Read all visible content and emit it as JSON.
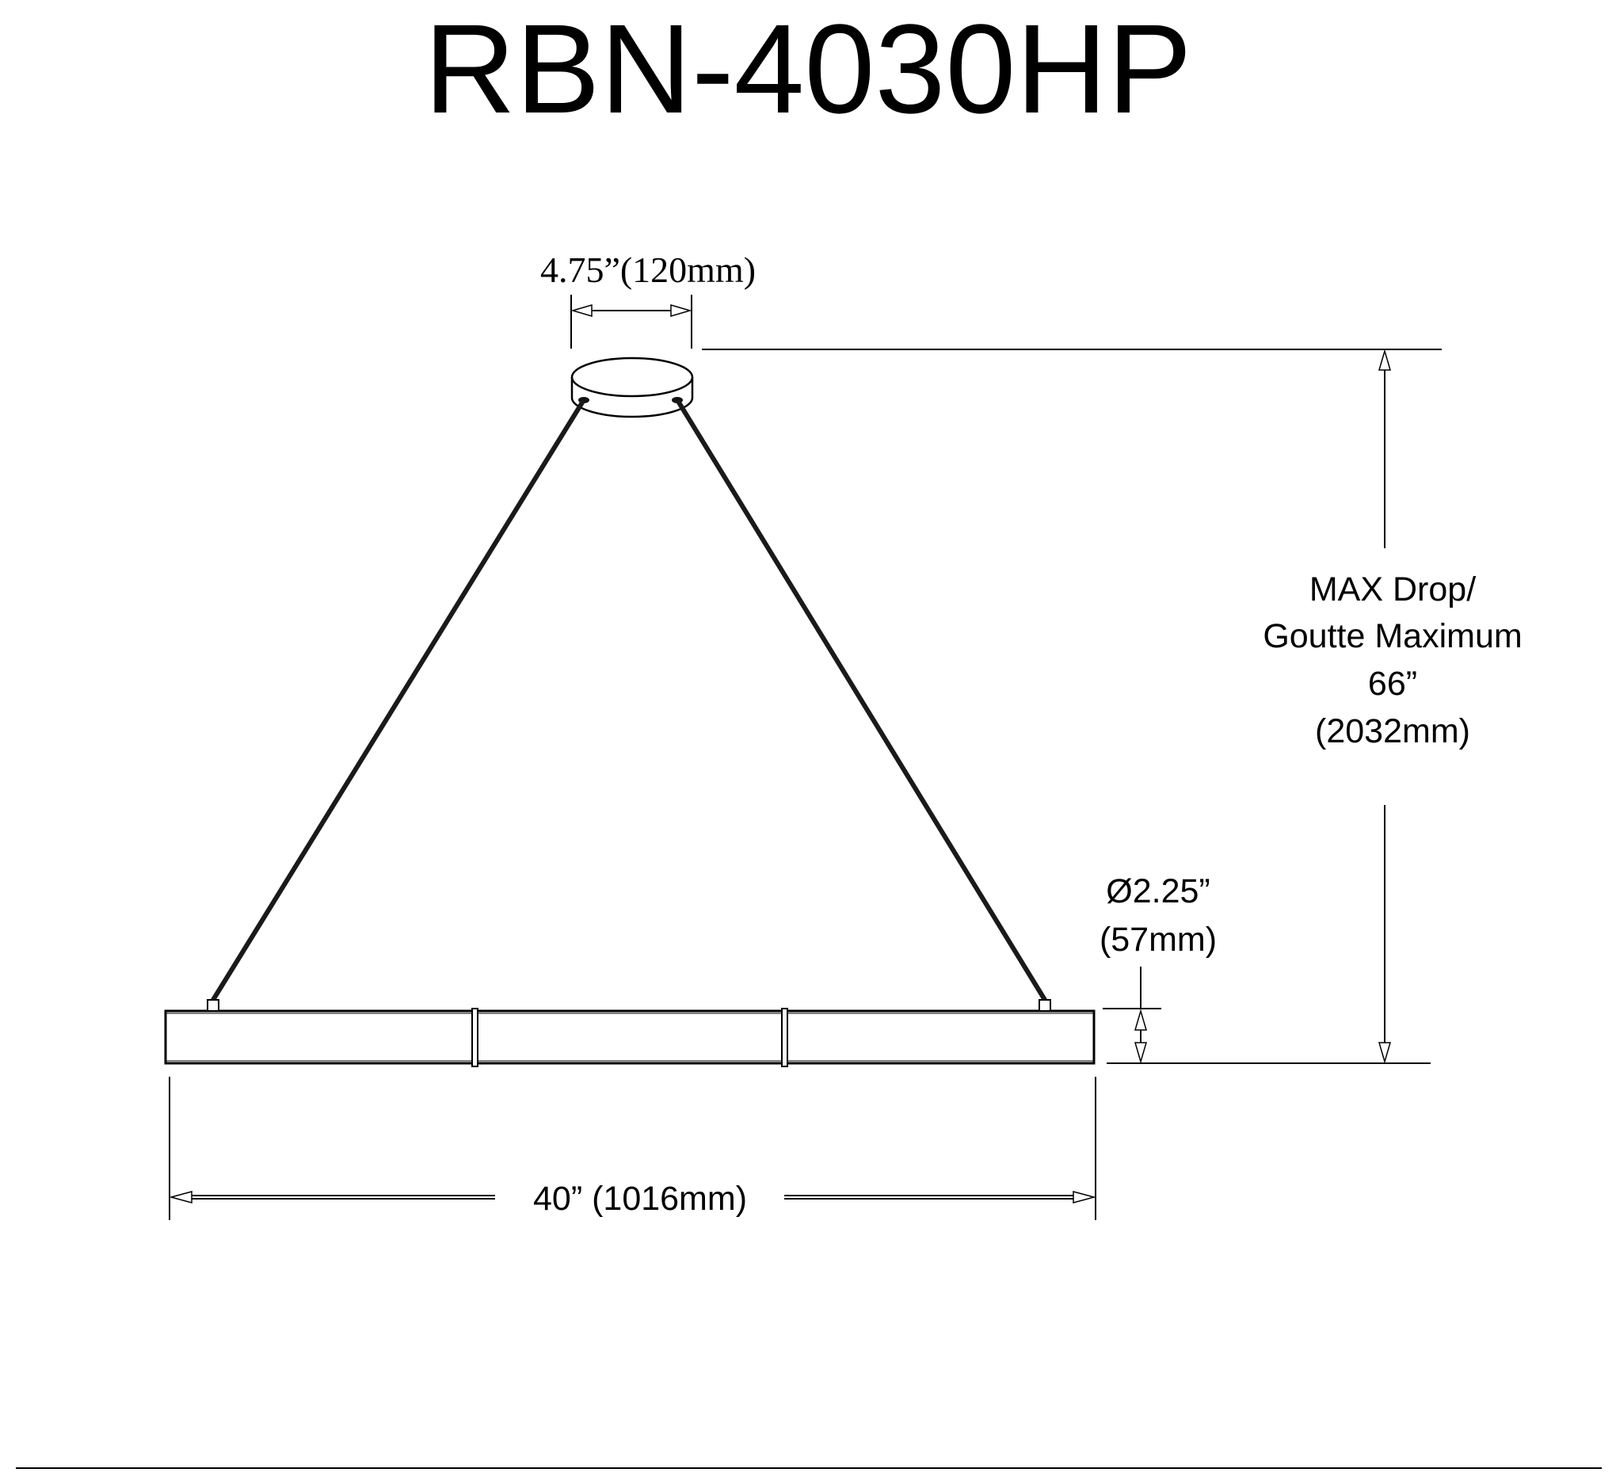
{
  "title": "RBN-4030HP",
  "dimensions": {
    "canopy_width": "4.75”(120mm)",
    "max_drop": [
      "MAX Drop/",
      "Goutte Maximum",
      "66”",
      "(2032mm)"
    ],
    "diameter": [
      "Ø2.25”",
      "(57mm)"
    ],
    "length": "40” (1016mm)"
  }
}
